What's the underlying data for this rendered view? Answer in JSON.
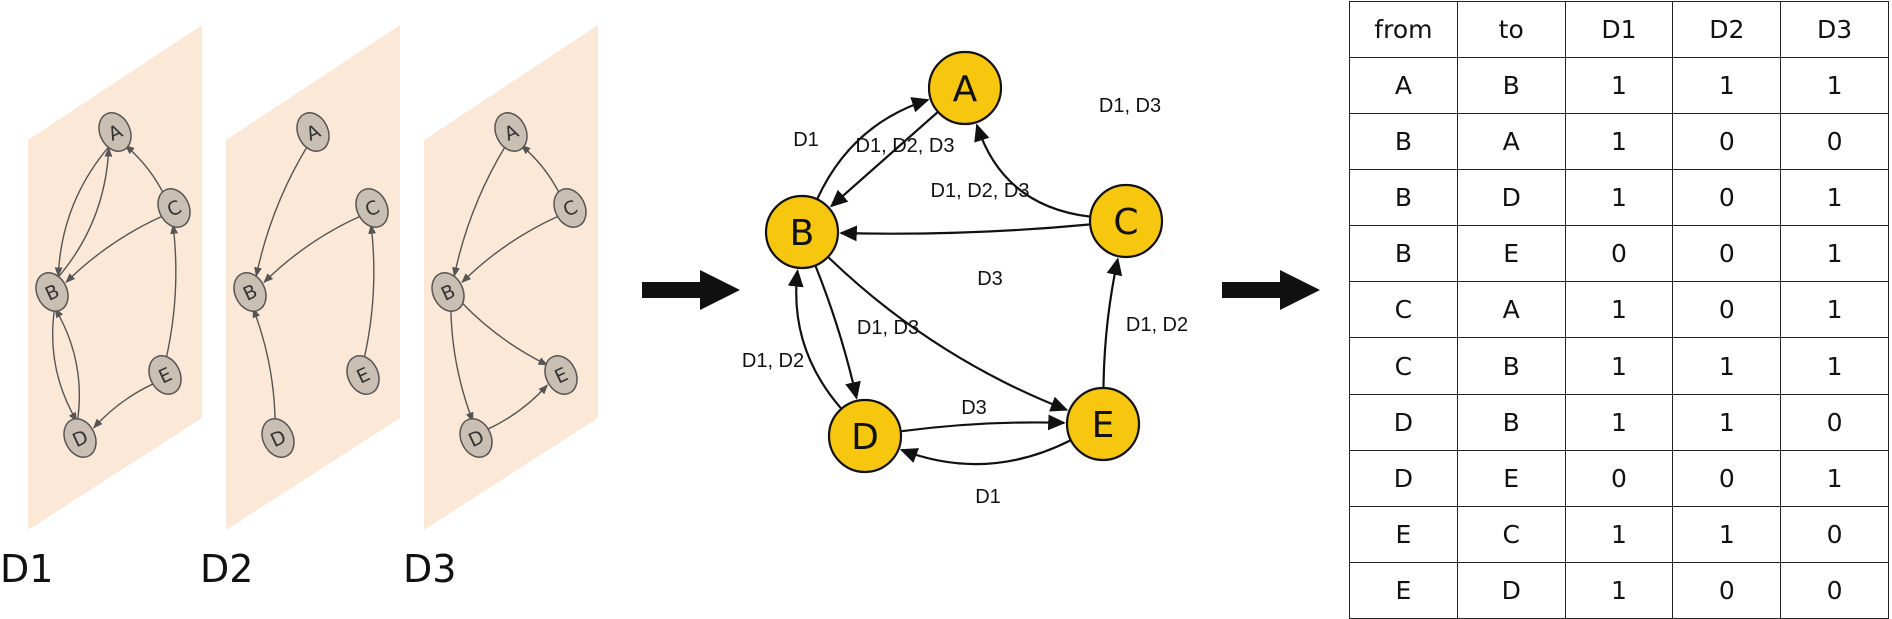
{
  "layers": [
    {
      "label": "D1",
      "edges": [
        [
          "A",
          "B"
        ],
        [
          "B",
          "A"
        ],
        [
          "B",
          "D"
        ],
        [
          "C",
          "A"
        ],
        [
          "C",
          "B"
        ],
        [
          "D",
          "B"
        ],
        [
          "E",
          "C"
        ],
        [
          "E",
          "D"
        ]
      ]
    },
    {
      "label": "D2",
      "edges": [
        [
          "A",
          "B"
        ],
        [
          "C",
          "B"
        ],
        [
          "D",
          "B"
        ],
        [
          "E",
          "C"
        ]
      ]
    },
    {
      "label": "D3",
      "edges": [
        [
          "A",
          "B"
        ],
        [
          "B",
          "D"
        ],
        [
          "B",
          "E"
        ],
        [
          "C",
          "A"
        ],
        [
          "C",
          "B"
        ],
        [
          "D",
          "E"
        ]
      ]
    }
  ],
  "aggregate": {
    "nodes": [
      "A",
      "B",
      "C",
      "D",
      "E"
    ],
    "edges": [
      {
        "from": "A",
        "to": "B",
        "label": "D1, D2, D3"
      },
      {
        "from": "B",
        "to": "A",
        "label": "D1"
      },
      {
        "from": "C",
        "to": "A",
        "label": "D1, D3"
      },
      {
        "from": "C",
        "to": "B",
        "label": "D1, D2, D3"
      },
      {
        "from": "B",
        "to": "E",
        "label": "D3"
      },
      {
        "from": "B",
        "to": "D",
        "label": "D1, D3"
      },
      {
        "from": "D",
        "to": "B",
        "label": "D1, D2"
      },
      {
        "from": "E",
        "to": "C",
        "label": "D1, D2"
      },
      {
        "from": "D",
        "to": "E",
        "label": "D3"
      },
      {
        "from": "E",
        "to": "D",
        "label": "D1"
      }
    ]
  },
  "colors": {
    "layer_bg": "#fce8d6",
    "small_node_fill": "#c9bfb3",
    "big_node_fill": "#f7c70f",
    "edge": "#111111"
  },
  "table": {
    "headers": [
      "from",
      "to",
      "D1",
      "D2",
      "D3"
    ],
    "rows": [
      [
        "A",
        "B",
        "1",
        "1",
        "1"
      ],
      [
        "B",
        "A",
        "1",
        "0",
        "0"
      ],
      [
        "B",
        "D",
        "1",
        "0",
        "1"
      ],
      [
        "B",
        "E",
        "0",
        "0",
        "1"
      ],
      [
        "C",
        "A",
        "1",
        "0",
        "1"
      ],
      [
        "C",
        "B",
        "1",
        "1",
        "1"
      ],
      [
        "D",
        "B",
        "1",
        "1",
        "0"
      ],
      [
        "D",
        "E",
        "0",
        "0",
        "1"
      ],
      [
        "E",
        "C",
        "1",
        "1",
        "0"
      ],
      [
        "E",
        "D",
        "1",
        "0",
        "0"
      ]
    ]
  }
}
